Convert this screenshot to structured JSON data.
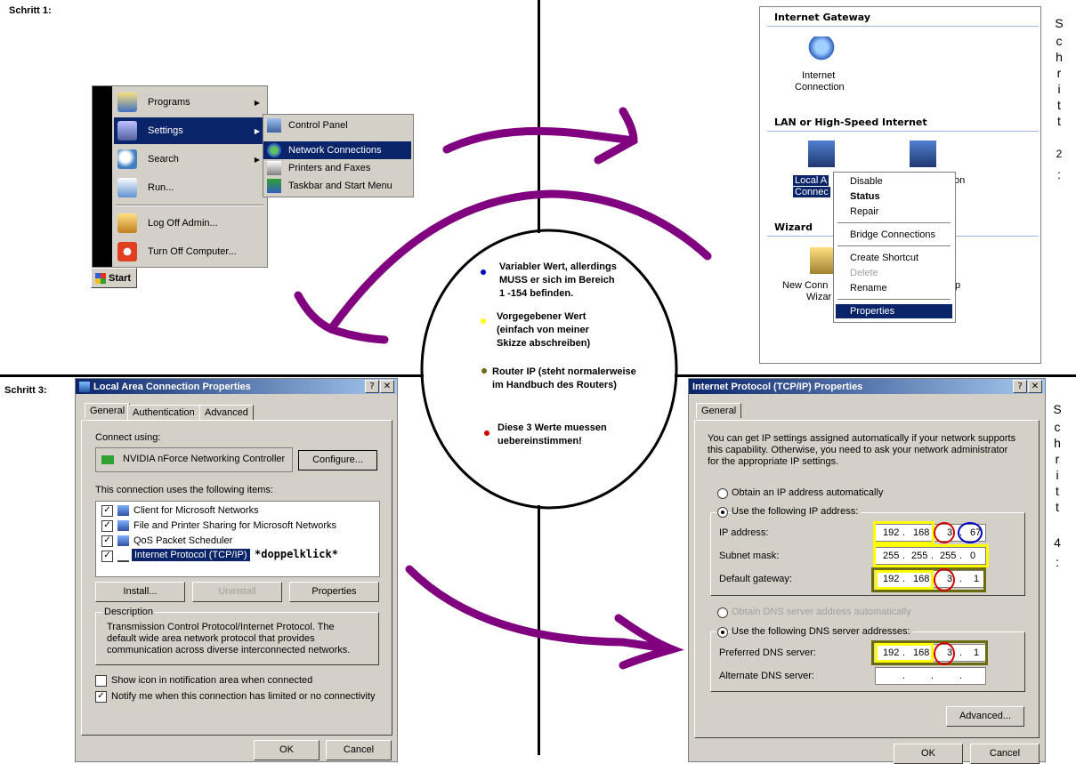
{
  "steps": {
    "step1": "Schritt 1:",
    "step3": "Schritt 3:",
    "step2_letters": [
      "S",
      "c",
      "h",
      "r",
      "i",
      "t",
      "t",
      "2",
      ":"
    ],
    "step4_letters": [
      "S",
      "c",
      "h",
      "r",
      "i",
      "t",
      "t",
      "4",
      ":"
    ]
  },
  "start_menu": {
    "items": [
      "Programs",
      "Settings",
      "Search",
      "Run...",
      "Log Off Admin...",
      "Turn Off Computer..."
    ],
    "start_label": "Start",
    "submenu": [
      "Control Panel",
      "Network Connections",
      "Printers and Faxes",
      "Taskbar and Start Menu"
    ]
  },
  "network_connections": {
    "section_gateway": "Internet Gateway",
    "gateway_label": [
      "Internet",
      "Connection"
    ],
    "section_lan": "LAN or High-Speed Internet",
    "local_label": [
      "Local A",
      "Connec"
    ],
    "second_label_tail": "on",
    "section_wizard": "Wizard",
    "wizard_label": [
      "New Conn",
      "Wizar"
    ],
    "wizard_tail": "p",
    "context_menu": [
      "Disable",
      "Status",
      "Repair",
      "Bridge Connections",
      "Create Shortcut",
      "Delete",
      "Rename",
      "Properties"
    ]
  },
  "legend": {
    "blue": [
      "Variabler Wert, allerdings",
      "MUSS er sich im Bereich",
      "1 -154 befinden."
    ],
    "yellow": [
      "Vorgegebener Wert",
      "(einfach von meiner",
      "Skizze abschreiben)"
    ],
    "olive": [
      "Router IP (steht normalerweise",
      "im Handbuch des Routers)"
    ],
    "red": [
      "Diese 3 Werte muessen",
      "uebereinstimmen!"
    ],
    "colors": {
      "blue": "#0000c0",
      "yellow": "#ffff00",
      "olive": "#6b6b10",
      "red": "#d00000"
    }
  },
  "lac_dialog": {
    "title": "Local Area Connection Properties",
    "tabs": [
      "General",
      "Authentication",
      "Advanced"
    ],
    "connect_using": "Connect using:",
    "adapter": "NVIDIA nForce Networking Controller",
    "configure": "Configure...",
    "items_label": "This connection uses the following items:",
    "items": [
      "Client for Microsoft Networks",
      "File and Printer Sharing for Microsoft Networks",
      "QoS Packet Scheduler",
      "Internet Protocol (TCP/IP)"
    ],
    "doubleclick_note": "*doppelklick*",
    "install": "Install...",
    "uninstall": "Uninstall",
    "properties": "Properties",
    "description_title": "Description",
    "description": "Transmission Control Protocol/Internet Protocol. The default wide area network protocol that provides communication across diverse interconnected networks.",
    "show_icon": "Show icon in notification area when connected",
    "notify": "Notify me when this connection has limited or no connectivity",
    "ok": "OK",
    "cancel": "Cancel"
  },
  "tcpip_dialog": {
    "title": "Internet Protocol (TCP/IP) Properties",
    "tab": "General",
    "intro": "You can get IP settings assigned automatically if your network supports this capability. Otherwise, you need to ask your network administrator for the appropriate IP settings.",
    "auto_ip": "Obtain an IP address automatically",
    "use_ip": "Use the following IP address:",
    "ip_label": "IP address:",
    "ip": [
      "192",
      "168",
      "3",
      "67"
    ],
    "mask_label": "Subnet mask:",
    "mask": [
      "255",
      "255",
      "255",
      "0"
    ],
    "gw_label": "Default gateway:",
    "gw": [
      "192",
      "168",
      "3",
      "1"
    ],
    "auto_dns": "Obtain DNS server address automatically",
    "use_dns": "Use the following DNS server addresses:",
    "pdns_label": "Preferred DNS server:",
    "pdns": [
      "192",
      "168",
      "3",
      "1"
    ],
    "adns_label": "Alternate DNS server:",
    "advanced": "Advanced...",
    "ok": "OK",
    "cancel": "Cancel"
  }
}
